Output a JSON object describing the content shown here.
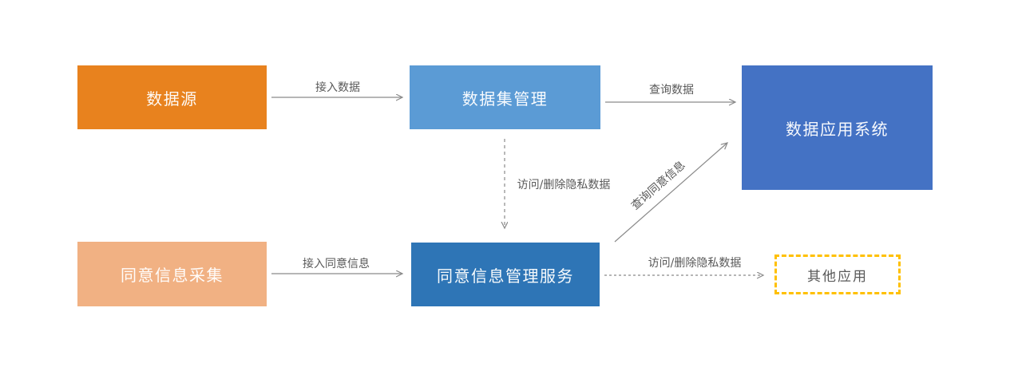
{
  "diagram": {
    "type": "flowchart",
    "background": "#FFFFFF",
    "nodes": [
      {
        "id": "data-source",
        "label": "数据源",
        "fill": "#E8821E",
        "text_color": "#FFFFFF",
        "shape": "rect"
      },
      {
        "id": "dataset-management",
        "label": "数据集管理",
        "fill": "#5B9BD5",
        "text_color": "#FFFFFF",
        "shape": "rect"
      },
      {
        "id": "data-application-system",
        "label": "数据应用系统",
        "fill": "#4472C4",
        "text_color": "#FFFFFF",
        "shape": "rect"
      },
      {
        "id": "consent-info-collection",
        "label": "同意信息采集",
        "fill": "#F1B183",
        "text_color": "#FFFFFF",
        "shape": "rect"
      },
      {
        "id": "consent-management-service",
        "label": "同意信息管理服务",
        "fill": "#2E75B6",
        "text_color": "#FFFFFF",
        "shape": "rect"
      },
      {
        "id": "other-applications",
        "label": "其他应用",
        "fill": "#FFFFFF",
        "text_color": "#595959",
        "border_color": "#FFC000",
        "border_style": "dashed",
        "shape": "rect"
      }
    ],
    "edges": [
      {
        "from": "data-source",
        "to": "dataset-management",
        "label": "接入数据",
        "style": "solid"
      },
      {
        "from": "dataset-management",
        "to": "data-application-system",
        "label": "查询数据",
        "style": "solid"
      },
      {
        "from": "dataset-management",
        "to": "consent-management-service",
        "label": "访问/删除隐私数据",
        "style": "dashed"
      },
      {
        "from": "consent-management-service",
        "to": "data-application-system",
        "label": "查询同意信息",
        "style": "solid"
      },
      {
        "from": "consent-info-collection",
        "to": "consent-management-service",
        "label": "接入同意信息",
        "style": "solid"
      },
      {
        "from": "consent-management-service",
        "to": "other-applications",
        "label": "访问/删除隐私数据",
        "style": "dashed"
      }
    ],
    "colors": {
      "edge_line": "#8A8A8A",
      "edge_label_text": "#595959",
      "node_text": "#FFFFFF",
      "other_app_border": "#FFC000"
    }
  }
}
